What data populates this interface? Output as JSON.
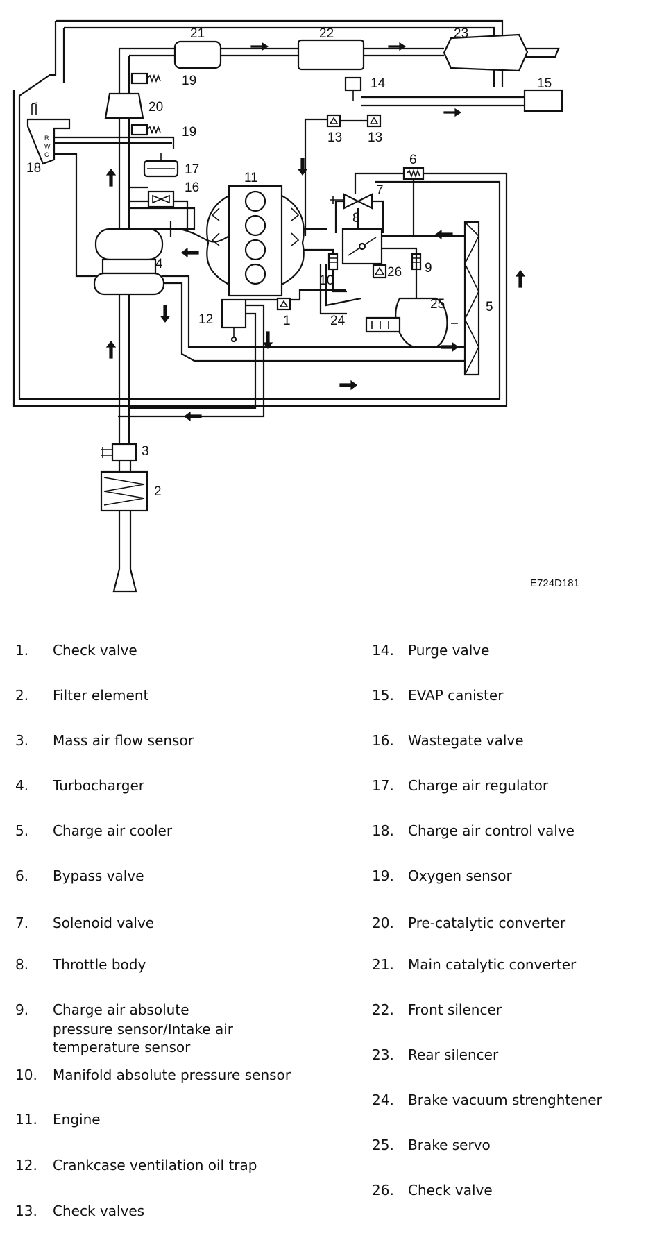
{
  "diagram": {
    "callouts": [
      "1",
      "2",
      "3",
      "4",
      "5",
      "6",
      "7",
      "8",
      "9",
      "10",
      "11",
      "12",
      "13",
      "13",
      "14",
      "15",
      "16",
      "17",
      "18",
      "19",
      "19",
      "20",
      "21",
      "22",
      "23",
      "24",
      "25",
      "26"
    ],
    "valve_letters": [
      "R",
      "W",
      "C"
    ],
    "figure_code": "E724D181"
  },
  "legend": {
    "left": [
      {
        "num": "1.",
        "text": "Check valve"
      },
      {
        "num": "2.",
        "text": "Filter element"
      },
      {
        "num": "3.",
        "text": "Mass air flow sensor"
      },
      {
        "num": "4.",
        "text": "Turbocharger"
      },
      {
        "num": "5.",
        "text": "Charge air cooler"
      },
      {
        "num": "6.",
        "text": "Bypass valve"
      },
      {
        "num": "7.",
        "text": "Solenoid valve"
      },
      {
        "num": "8.",
        "text": "Throttle body"
      },
      {
        "num": "9.",
        "text": "Charge air absolute"
      },
      {
        "num": "",
        "text": "pressure sensor/Intake air"
      },
      {
        "num": "",
        "text": "temperature sensor"
      },
      {
        "num": "10.",
        "text": "Manifold absolute pressure sensor"
      },
      {
        "num": "11.",
        "text": "Engine"
      },
      {
        "num": "12.",
        "text": "Crankcase ventilation oil trap"
      },
      {
        "num": "13.",
        "text": "Check valves"
      }
    ],
    "right": [
      {
        "num": "14.",
        "text": "Purge valve"
      },
      {
        "num": "15.",
        "text": "EVAP canister"
      },
      {
        "num": "16.",
        "text": "Wastegate valve"
      },
      {
        "num": "17.",
        "text": "Charge air regulator"
      },
      {
        "num": "18.",
        "text": "Charge air control valve"
      },
      {
        "num": "19.",
        "text": "Oxygen sensor"
      },
      {
        "num": "20.",
        "text": "Pre-catalytic converter"
      },
      {
        "num": "21.",
        "text": "Main catalytic converter"
      },
      {
        "num": "22.",
        "text": "Front silencer"
      },
      {
        "num": "23.",
        "text": "Rear silencer"
      },
      {
        "num": "24.",
        "text": "Brake vacuum strenghtener"
      },
      {
        "num": "25.",
        "text": "Brake servo"
      },
      {
        "num": "26.",
        "text": "Check valve"
      }
    ]
  }
}
